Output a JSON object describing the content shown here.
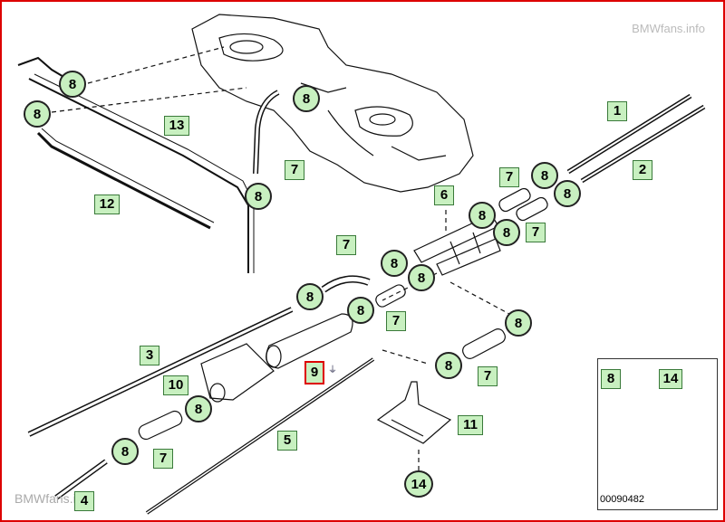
{
  "watermark": {
    "top_brand": "BMWfans",
    "top_suffix": ".info",
    "bottom_brand": "BMWfans",
    "bottom_suffix": ".info"
  },
  "part_labels": {
    "p1": "1",
    "p2": "2",
    "p3": "3",
    "p4": "4",
    "p5": "5",
    "p6": "6",
    "p7": "7",
    "p8": "8",
    "p9": "9",
    "p10": "10",
    "p11": "11",
    "p12": "12",
    "p13": "13",
    "p14": "14"
  },
  "inset": {
    "label_clamp": "8",
    "label_screw": "14",
    "code": "00090482"
  },
  "colors": {
    "callout_fill": "#c8f0c0",
    "frame": "#dd0000",
    "highlight": "#dd0000"
  },
  "icons": [
    "car-silhouette-icon",
    "hose-clamp-icon",
    "screw-icon"
  ]
}
